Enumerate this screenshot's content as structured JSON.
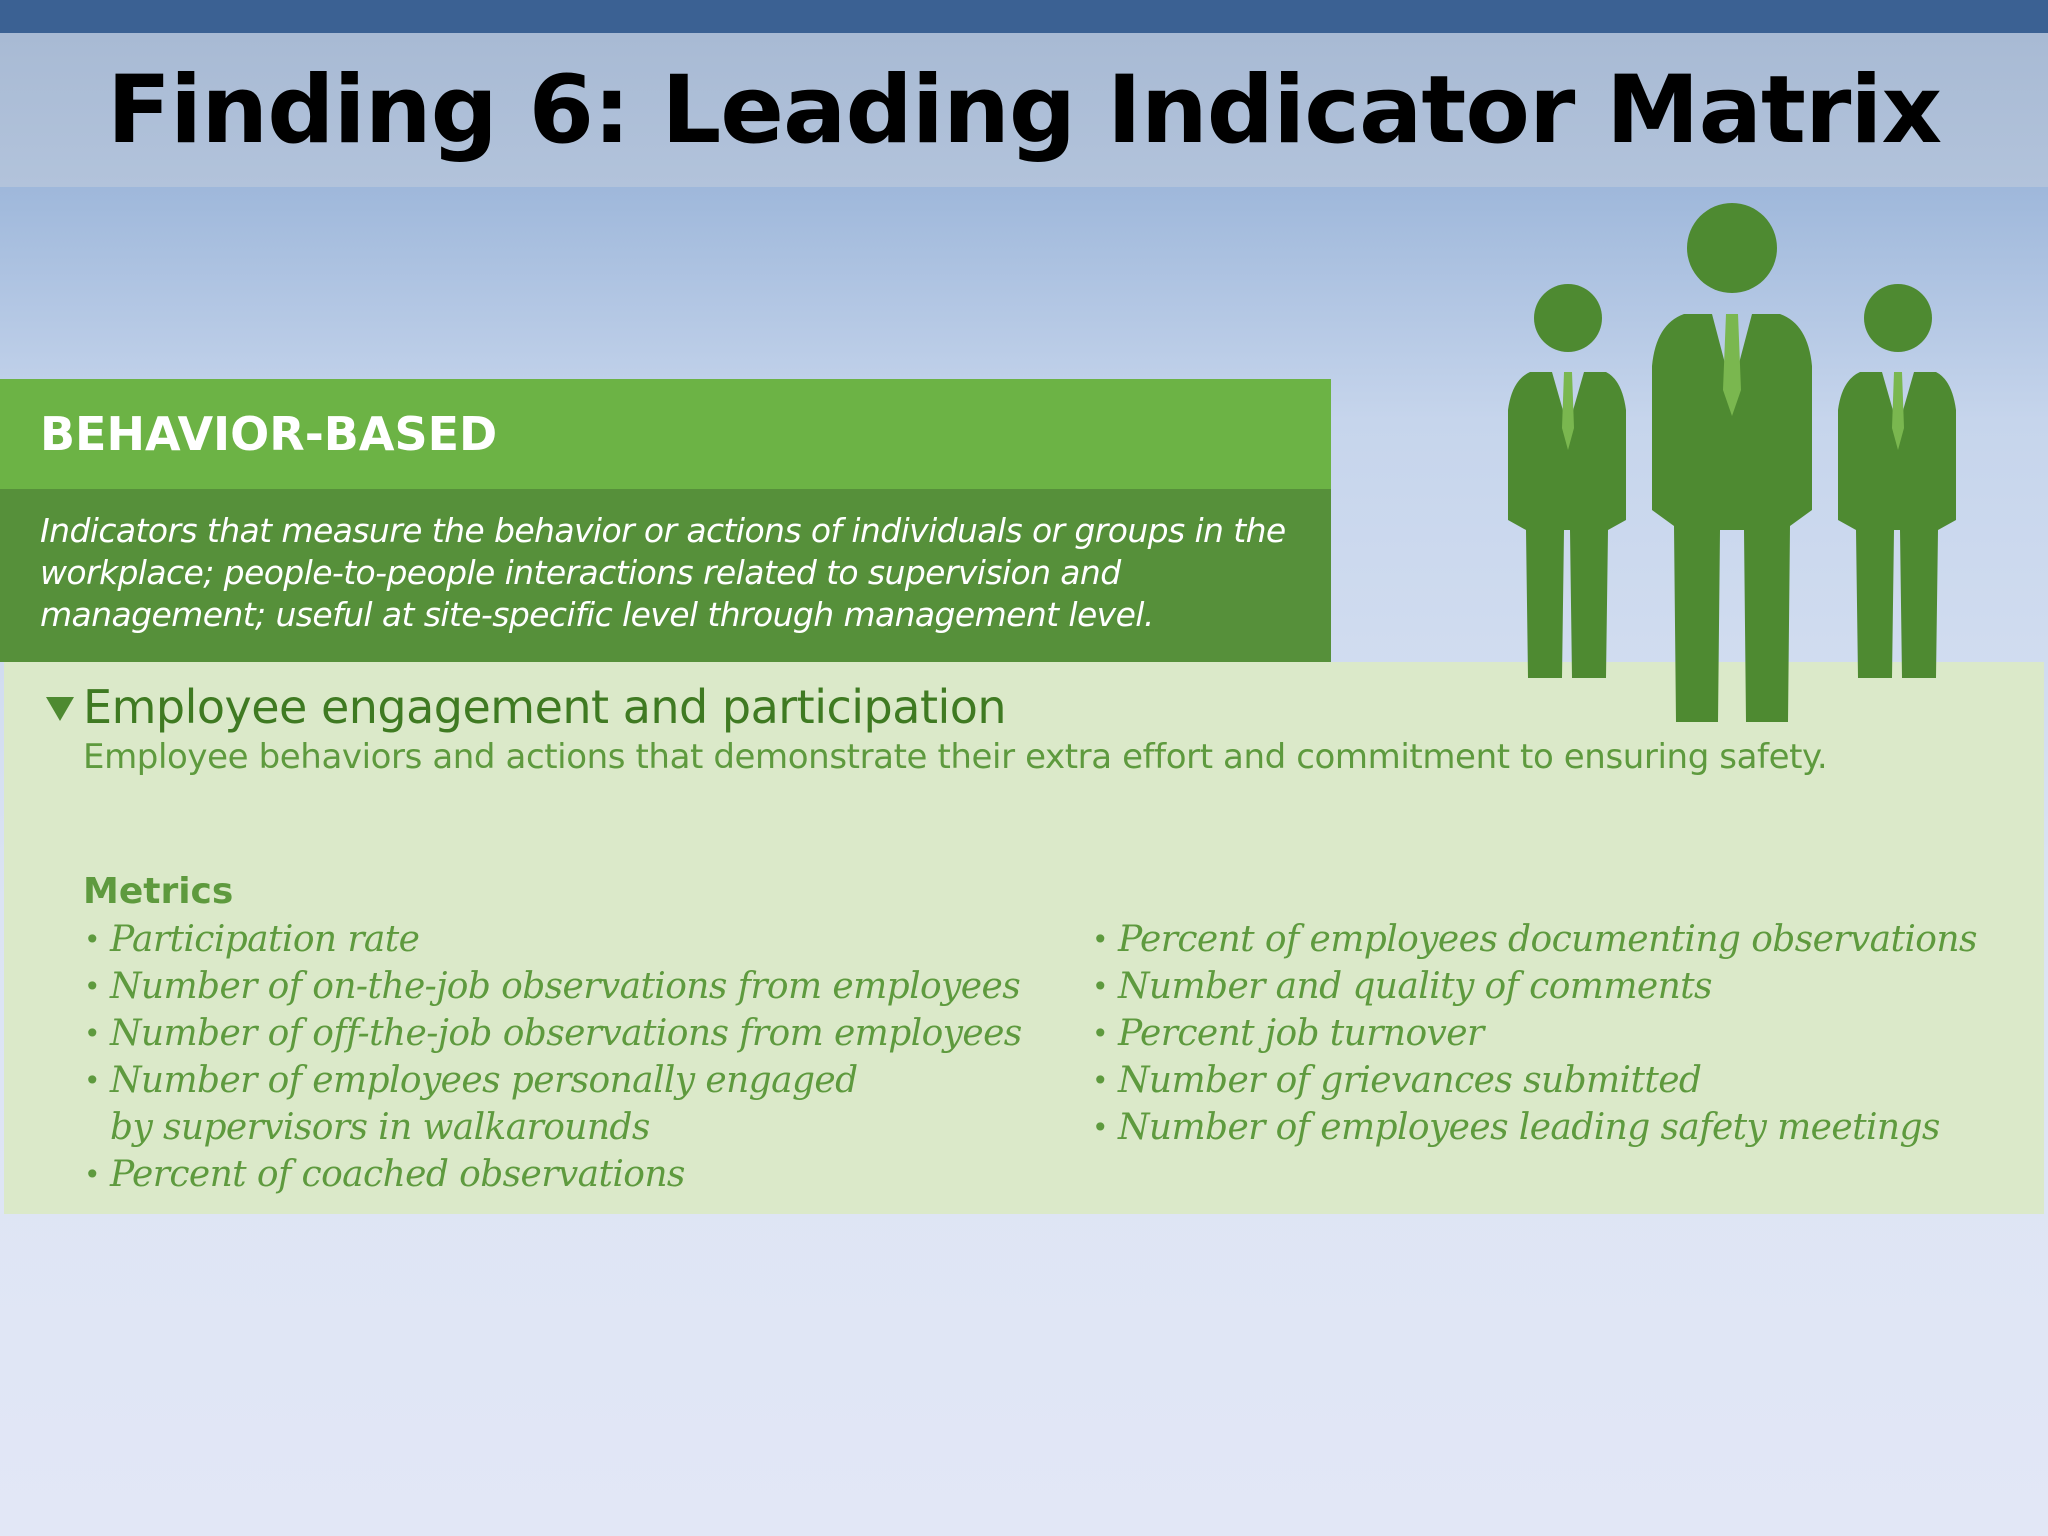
{
  "slide": {
    "title": "Finding 6: Leading Indicator Matrix"
  },
  "category": {
    "header": "BEHAVIOR-BASED",
    "description": "Indicators that measure the behavior or actions of individuals or groups in the workplace; people-to-people interactions related to supervision and management; useful at site-specific level through management level."
  },
  "section": {
    "heading": "Employee engagement and participation",
    "description": "Employee behaviors and actions that demonstrate their extra effort and commitment to ensuring safety.",
    "metrics_label": "Metrics",
    "metrics_left": [
      "Participation rate",
      "Number of on-the-job observations from employees",
      "Number of off-the-job observations from employees",
      "Number of employees personally engaged by supervisors in walkarounds",
      "Percent of coached observations"
    ],
    "metrics_right": [
      "Percent of employees documenting observations",
      "Number and quality of comments",
      "Percent job turnover",
      "Number of grievances submitted",
      "Number of employees leading safety meetings"
    ]
  },
  "colors": {
    "top_bar": "#3b6193",
    "header_green": "#6cb345",
    "description_green": "#56903a",
    "icon_green": "#4e8a31",
    "text_green": "#5e9a3e",
    "panel_bg": "#dbe9c9"
  },
  "icons": {
    "people": "people-group-icon",
    "triangle": "triangle-down-icon",
    "bullet": "•"
  }
}
